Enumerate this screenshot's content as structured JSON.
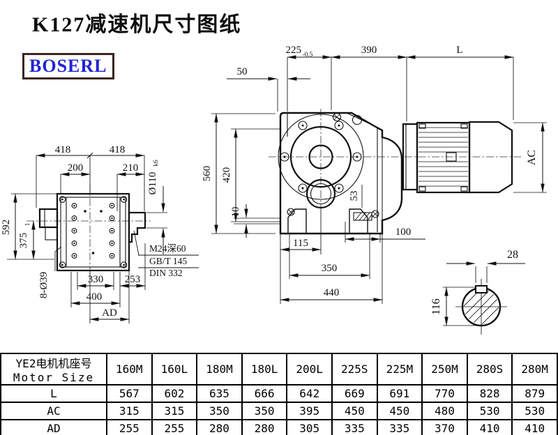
{
  "header": {
    "title": "K127减速机尺寸图纸",
    "logo": "BOSERL",
    "logo_color": "#2222d4"
  },
  "front_view": {
    "dim_418_left": "418",
    "dim_418_right": "418",
    "dim_200": "200",
    "dim_210": "210",
    "dim_shaft_dia": "Ø110",
    "dim_shaft_dia_tol": "k6",
    "dim_592": "592",
    "dim_375": "375",
    "dim_375_tol": "1",
    "dim_8_d39": "8-Ø39",
    "dim_330": "330",
    "dim_253": "253",
    "dim_400": "400",
    "dim_AD": "AD",
    "thread_note": [
      "M24深60",
      "GB/T 145",
      "DIN 332"
    ]
  },
  "side_view": {
    "dim_225": "225",
    "dim_225_tol": "-0.5",
    "dim_390": "390",
    "dim_L": "L",
    "dim_50": "50",
    "dim_560": "560",
    "dim_420": "420",
    "dim_10": "10",
    "dim_53": "53",
    "dim_115": "115",
    "dim_350": "350",
    "dim_440": "440",
    "dim_100": "100",
    "dim_AC": "AC"
  },
  "shaft_section": {
    "dim_28": "28",
    "dim_116": "116"
  },
  "table": {
    "header_line1": "YE2电机机座号",
    "header_line2": "Motor Size",
    "columns": [
      "160M",
      "160L",
      "180M",
      "180L",
      "200L",
      "225S",
      "225M",
      "250M",
      "280S",
      "280M"
    ],
    "rows": [
      {
        "label": "L",
        "values": [
          "567",
          "602",
          "635",
          "666",
          "642",
          "669",
          "691",
          "770",
          "828",
          "879"
        ]
      },
      {
        "label": "AC",
        "values": [
          "315",
          "315",
          "350",
          "350",
          "395",
          "450",
          "450",
          "480",
          "530",
          "530"
        ]
      },
      {
        "label": "AD",
        "values": [
          "255",
          "255",
          "280",
          "280",
          "305",
          "335",
          "335",
          "370",
          "410",
          "410"
        ]
      }
    ]
  }
}
